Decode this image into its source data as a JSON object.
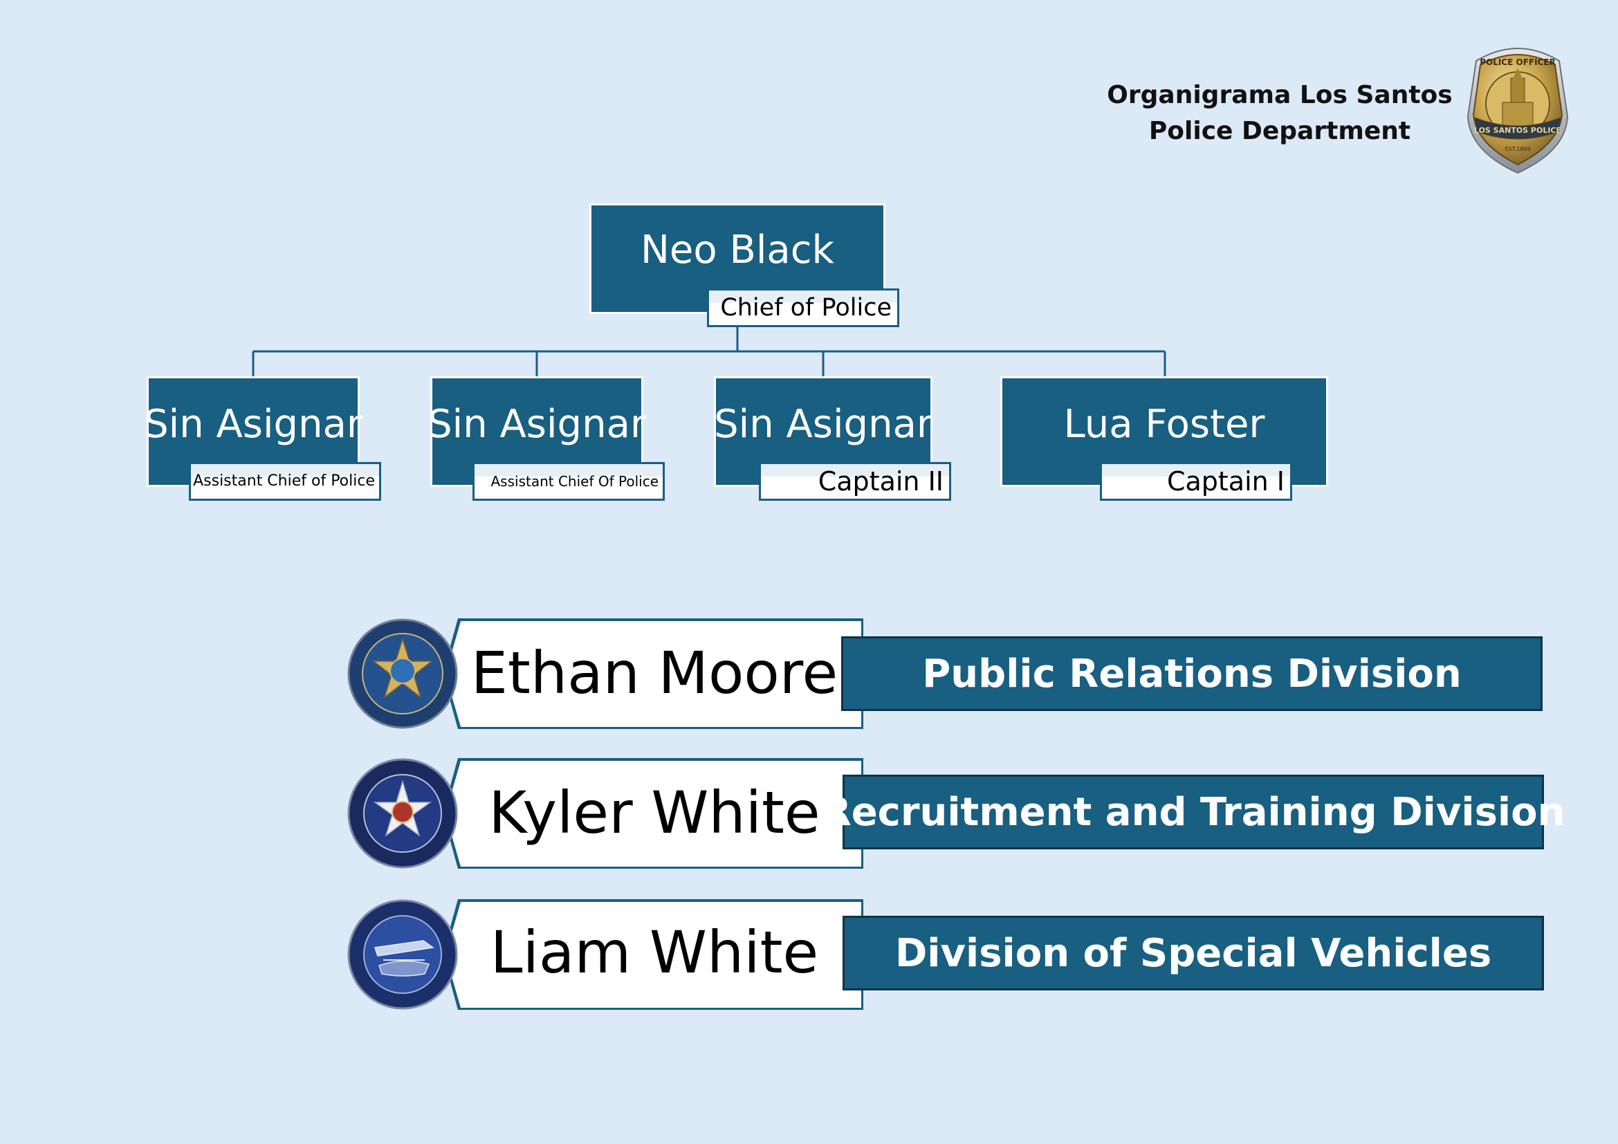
{
  "header": {
    "title_line1": "Organigrama Los Santos",
    "title_line2": "Police Department",
    "badge_text_top": "POLICE OFFICER",
    "badge_text_band": "LOS SANTOS POLICE",
    "badge_text_est": "EST.1869"
  },
  "org": {
    "chief": {
      "name": "Neo Black",
      "role": "Chief of Police"
    },
    "reports": [
      {
        "name": "Sin Asignar",
        "role": "Assistant Chief of Police"
      },
      {
        "name": "Sin Asignar",
        "role": "Assistant Chief Of Police"
      },
      {
        "name": "Sin Asignar",
        "role": "Captain II"
      },
      {
        "name": "Lua Foster",
        "role": "Captain I"
      }
    ]
  },
  "divisions": [
    {
      "person": "Ethan Moore",
      "division": "Public Relations Division",
      "seal_icon": "public-relations-seal-icon"
    },
    {
      "person": "Kyler White",
      "division": "Recruitment and Training Division",
      "seal_icon": "recruitment-training-seal-icon"
    },
    {
      "person": "Liam White",
      "division": "Division of Special Vehicles",
      "seal_icon": "special-vehicles-seal-icon"
    }
  ],
  "colors": {
    "background": "#dce9f7",
    "box_fill": "#185f82",
    "box_border": "#ffffff",
    "division_border": "#0e3346"
  }
}
